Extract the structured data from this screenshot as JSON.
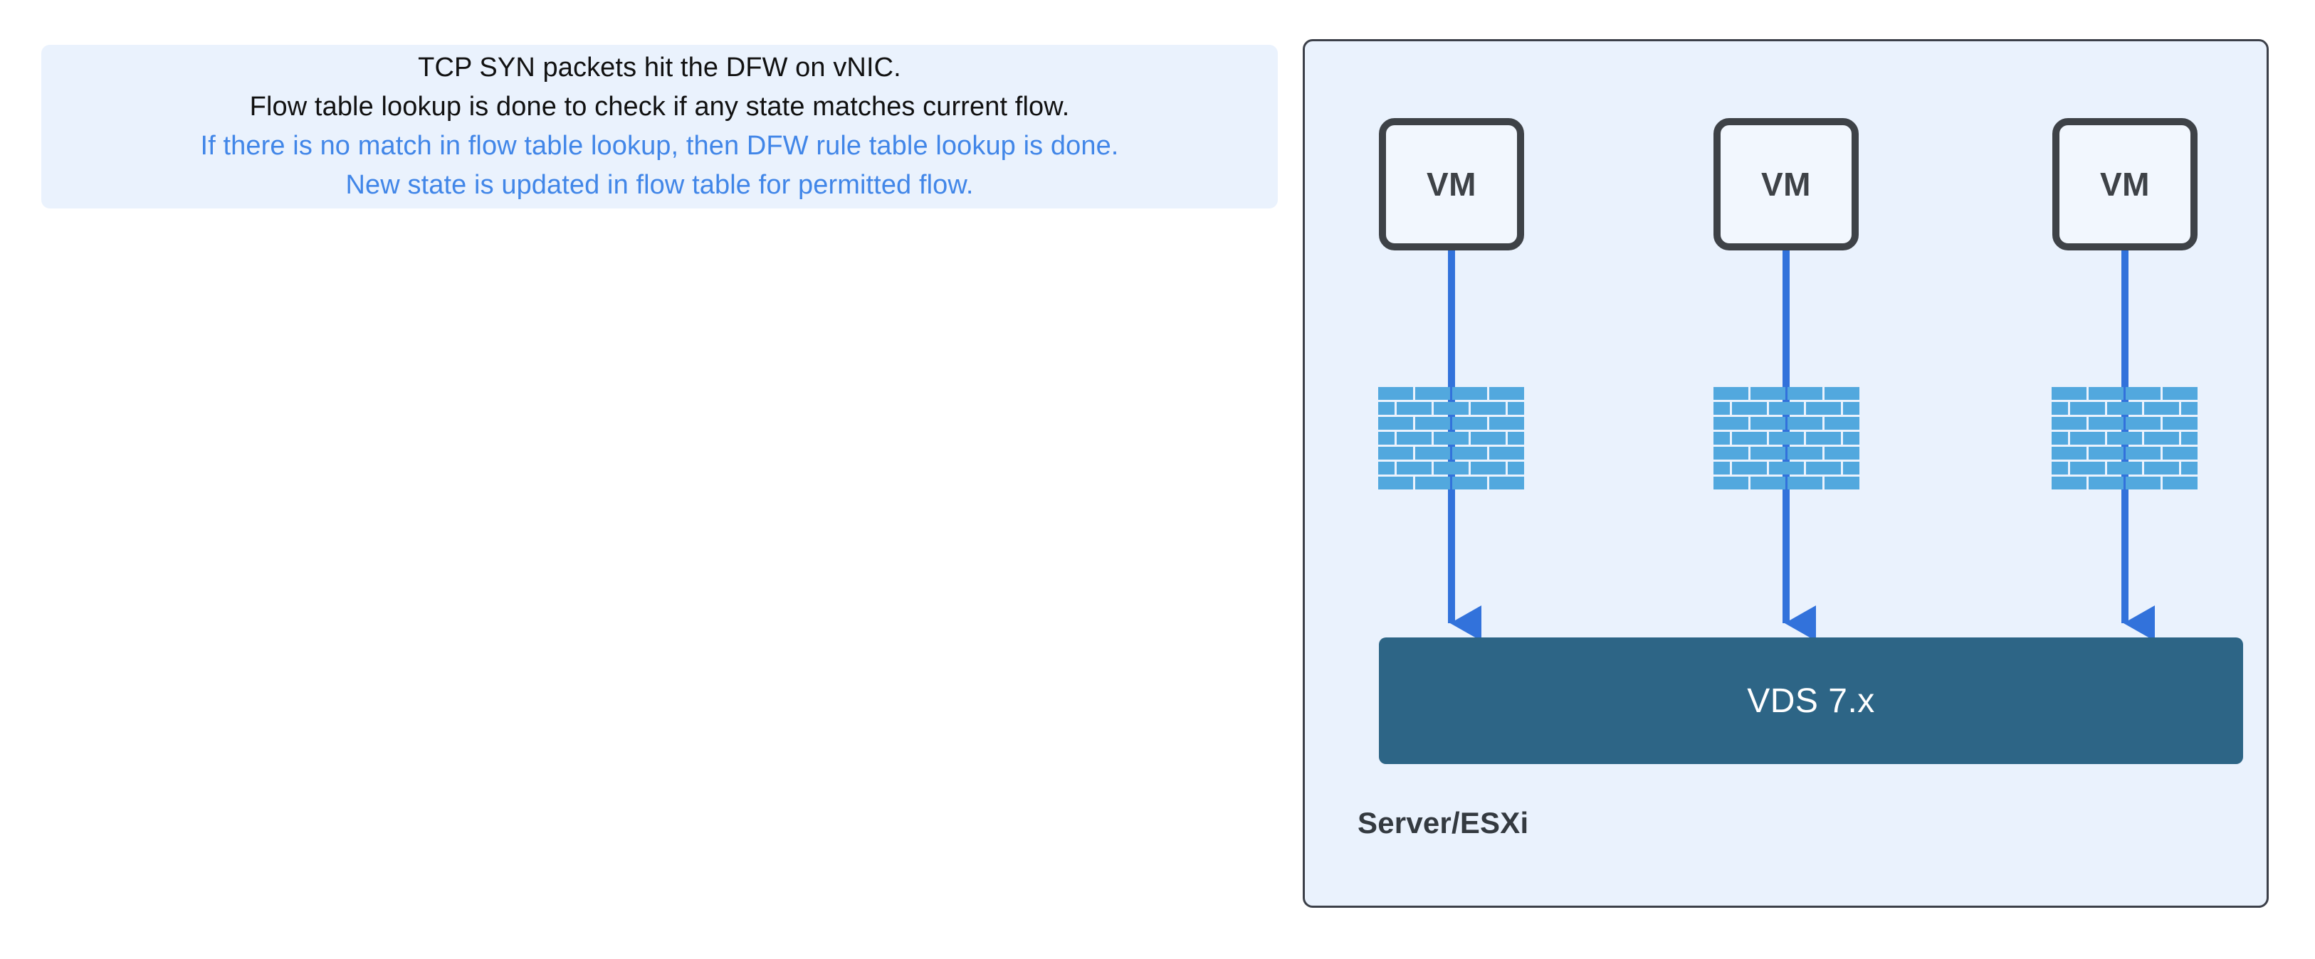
{
  "callout": {
    "background_color": "#EAF2FD",
    "lines": [
      {
        "text": "TCP SYN packets hit the DFW on vNIC.",
        "color": "#111111"
      },
      {
        "text": "Flow table lookup is done to check if any state matches current flow.",
        "color": "#111111"
      },
      {
        "text": "If there is no match in flow table lookup, then DFW rule table lookup is done.",
        "color": "#4186E8"
      },
      {
        "text": "New state is updated in flow table for permitted flow.",
        "color": "#4186E8"
      }
    ]
  },
  "diagram": {
    "panel": {
      "caption": "Server/ESXi",
      "background_color": "#EAF2FD",
      "border_color": "#3C4049"
    },
    "vms": [
      {
        "label": "VM",
        "name": "vm-1"
      },
      {
        "label": "VM",
        "name": "vm-2"
      },
      {
        "label": "VM",
        "name": "vm-3"
      }
    ],
    "firewalls": [
      {
        "name": "firewall-1",
        "icon": "brick-wall-icon"
      },
      {
        "name": "firewall-2",
        "icon": "brick-wall-icon"
      },
      {
        "name": "firewall-3",
        "icon": "brick-wall-icon"
      }
    ],
    "switch": {
      "label": "VDS 7.x",
      "fill_color": "#2D6586",
      "text_color": "#ffffff"
    },
    "flow_arrows": {
      "count": 3,
      "direction": "down",
      "color": "#3272DB",
      "description": "traffic flows from each VM through its DFW brick wall into the VDS"
    },
    "colors": {
      "brick": "#52A8DE",
      "arrow": "#3272DB",
      "vm_border": "#3E4247",
      "vds": "#2D6586",
      "panel_bg": "#EAF2FD"
    }
  }
}
